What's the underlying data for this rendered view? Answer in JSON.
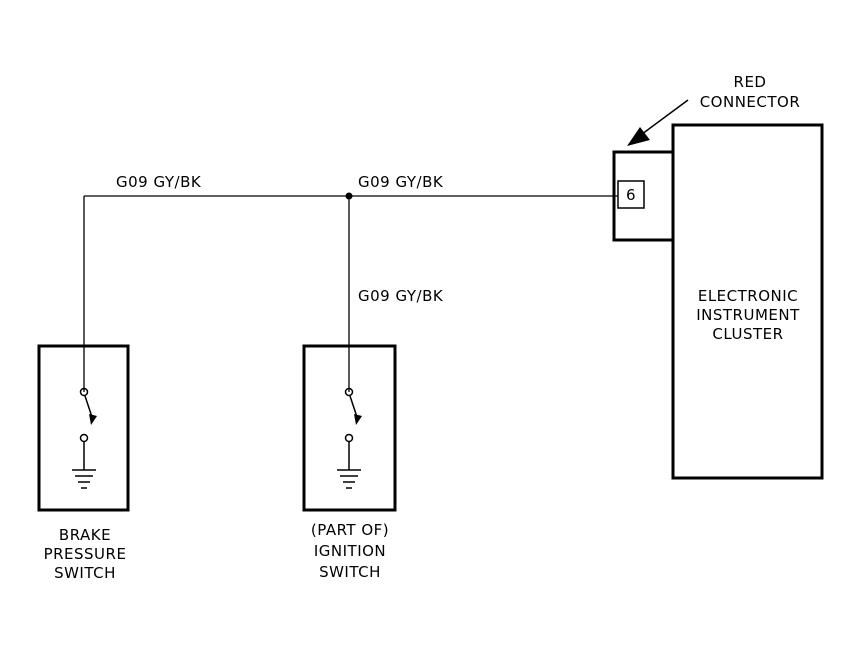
{
  "wires": {
    "left_label": "G09 GY/BK",
    "middle_label": "G09 GY/BK",
    "branch_label": "G09 GY/BK"
  },
  "connector": {
    "label_line1": "RED",
    "label_line2": "CONNECTOR",
    "pin": "6"
  },
  "cluster": {
    "line1": "ELECTRONIC",
    "line2": "INSTRUMENT",
    "line3": "CLUSTER"
  },
  "brake_switch": {
    "line1": "BRAKE",
    "line2": "PRESSURE",
    "line3": "SWITCH"
  },
  "ignition_switch": {
    "line1": "(PART OF)",
    "line2": "IGNITION",
    "line3": "SWITCH"
  }
}
